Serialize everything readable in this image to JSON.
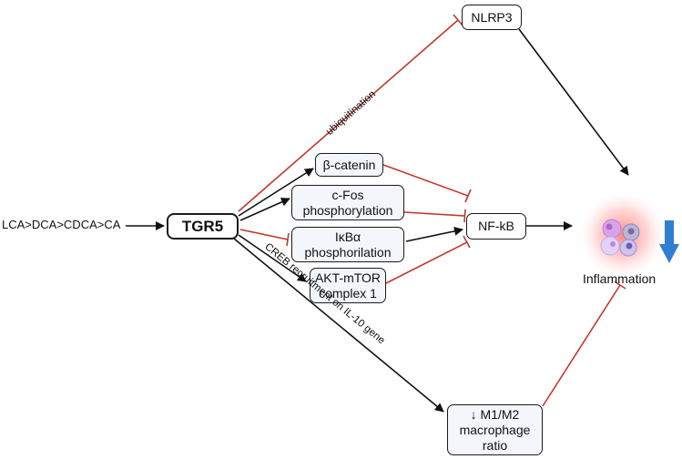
{
  "source_label": "LCA>DCA>CDCA>CA",
  "nodes": {
    "tgr5": "TGR5",
    "nlrp3": "NLRP3",
    "beta_catenin": "β-catenin",
    "cfos_line1": "c-Fos",
    "cfos_line2": "phosphorylation",
    "ikba_line1": "IκBα",
    "ikba_line2": "phosphorilation",
    "akt_line1": "AKT-mTOR",
    "akt_line2": "complex 1",
    "nfkb": "NF-kB",
    "m1m2_line1": "↓ M1/M2",
    "m1m2_line2": "macrophage",
    "m1m2_line3": "ratio"
  },
  "edge_labels": {
    "ubiquitination": "ubiquitination",
    "creb": "CREB recruitment on IL-10 gene"
  },
  "outcome_label": "Inflammation",
  "colors": {
    "activation": "#111111",
    "inhibition": "#c0392b",
    "down_arrow": "#2f7fd1",
    "glow": "#ff5a5a"
  }
}
